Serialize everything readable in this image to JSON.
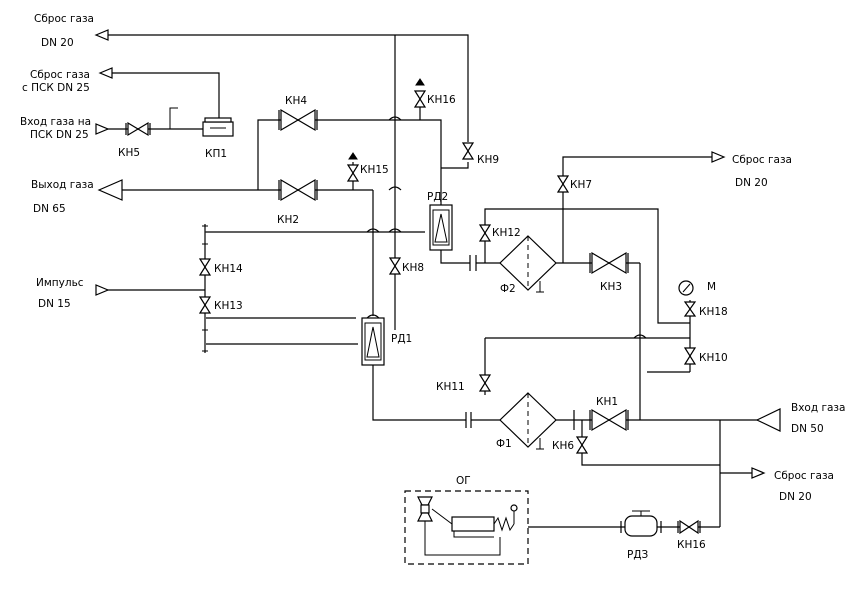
{
  "labels": {
    "out_reset_top": "Сброс газа",
    "out_reset_top_dn": "DN 20",
    "out_reset_psk": "Сброс газа",
    "out_reset_psk_dn": "с ПСК DN 25",
    "in_psk": "Вход газа на",
    "in_psk_dn": "ПСК DN 25",
    "out_gas": "Выход газа",
    "out_gas_dn": "DN 65",
    "impulse": "Импульс",
    "impulse_dn": "DN 15",
    "reset_right": "Сброс газа",
    "reset_right_dn": "DN 20",
    "in_gas": "Вход газа",
    "in_gas_dn": "DN 50",
    "reset_bottom": "Сброс газа",
    "reset_bottom_dn": "DN 20"
  },
  "valves": {
    "kn1": "КН1",
    "kn2": "КН2",
    "kn4": "КН4",
    "kn5": "КН5",
    "kn6": "КН6",
    "kn7": "КН7",
    "kn8": "КН8",
    "kn9": "КН9",
    "kn10": "КН10",
    "kn11": "КН11",
    "kn12": "КН12",
    "kn13": "КН13",
    "kn14": "КН14",
    "kn15": "КН15",
    "kn16": "КН16",
    "kn18": "КН18",
    "kn_bottom": "КН16"
  },
  "devices": {
    "kp1": "КП1",
    "rd1": "РД1",
    "rd2": "РД2",
    "f1": "Ф1",
    "f2": "Ф2",
    "kn3": "КН3",
    "og": "ОГ",
    "rdz": "РДЗ",
    "manometer": "М"
  }
}
